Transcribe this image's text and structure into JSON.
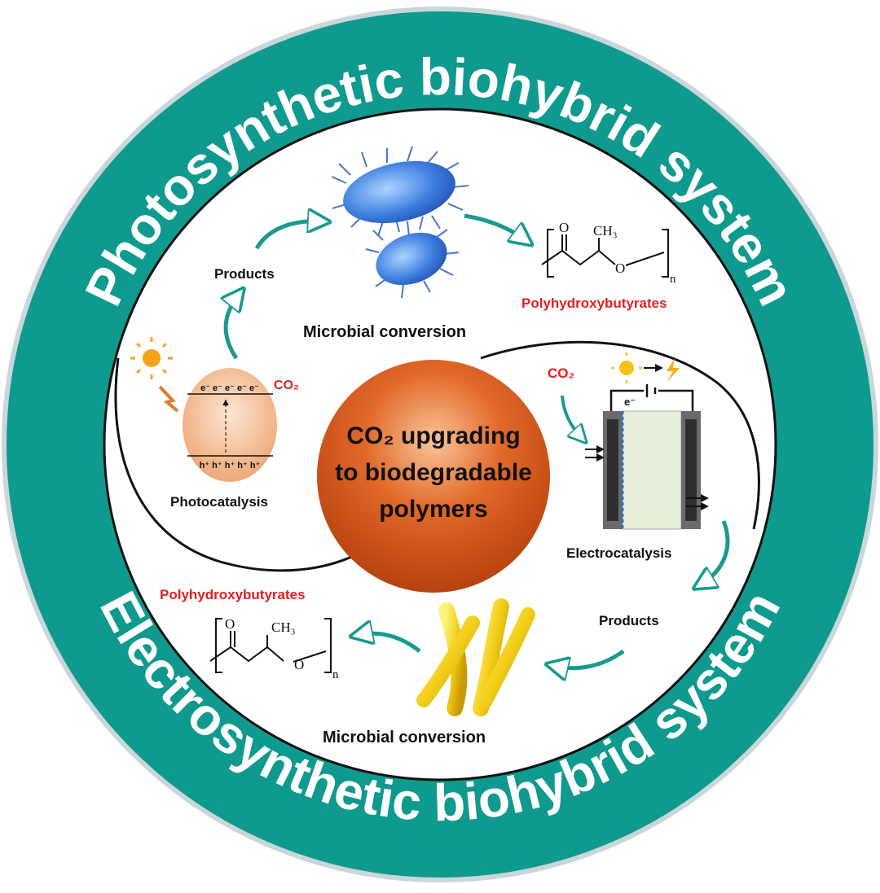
{
  "ring": {
    "top": "Photosynthetic biohybrid system",
    "bottom": "Electrosynthetic biohybrid system"
  },
  "center": {
    "line1": "CO₂ upgrading",
    "line2": "to biodegradable",
    "line3": "polymers"
  },
  "photo": {
    "products": "Products",
    "microbial": "Microbial conversion",
    "pha": "Polyhydroxybutyrates",
    "co2": "CO₂",
    "photocatalysis": "Photocatalysis",
    "electrons": "e⁻ e⁻ e⁻ e⁻ e⁻",
    "holes": "h⁺ h⁺ h⁺ h⁺ h⁺"
  },
  "electro": {
    "co2": "CO₂",
    "electrocatalysis": "Electrocatalysis",
    "products": "Products",
    "microbial": "Microbial conversion",
    "pha": "Polyhydroxybutyrates",
    "e": "e⁻"
  },
  "chem": {
    "o_carbonyl": "O",
    "methyl": "CH₃",
    "o_chain": "O",
    "n": "n"
  },
  "colors": {
    "teal": "#0f9a8f",
    "orange": "#d9561a",
    "red": "#e02020"
  }
}
